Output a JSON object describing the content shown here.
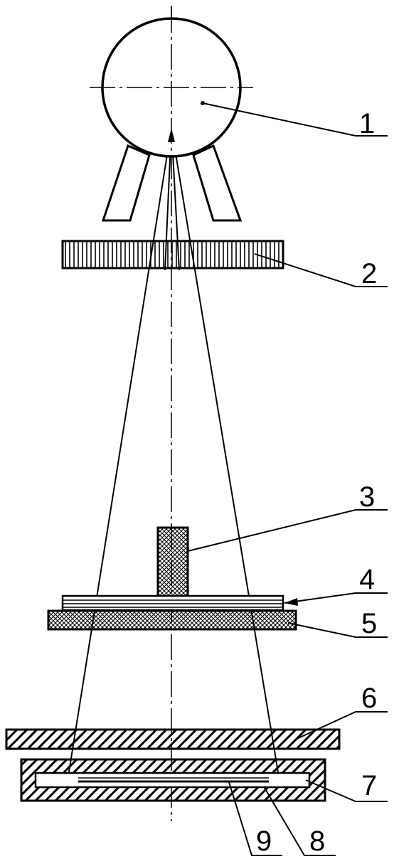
{
  "labels": {
    "l1": "1",
    "l2": "2",
    "l3": "3",
    "l4": "4",
    "l5": "5",
    "l6": "6",
    "l7": "7",
    "l8": "8",
    "l9": "9"
  },
  "colors": {
    "ink": "#000000",
    "background": "#ffffff"
  }
}
